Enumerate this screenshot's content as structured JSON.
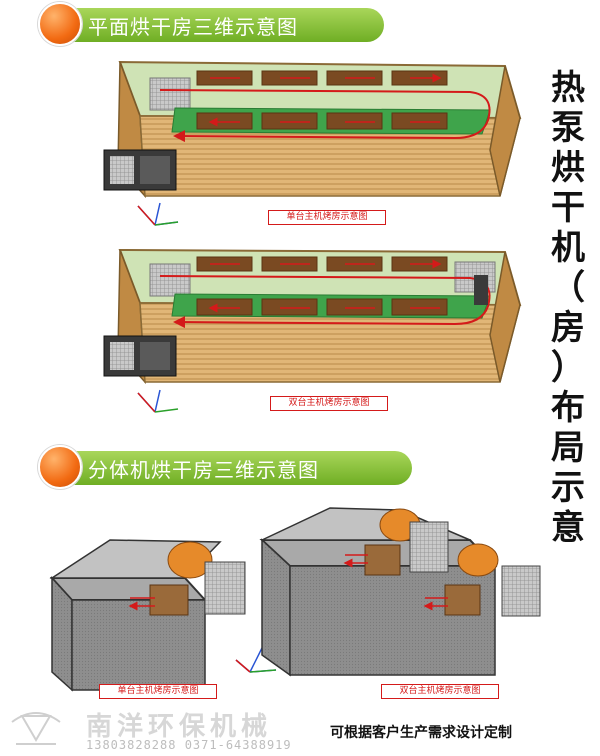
{
  "sections": {
    "plane_title": "平面烘干房三维示意图",
    "split_title": "分体机烘干房三维示意图"
  },
  "side_title": [
    "热",
    "泵",
    "烘",
    "干",
    "机",
    "（",
    "房",
    "）",
    "布",
    "局",
    "示",
    "意"
  ],
  "captions": {
    "plane_single": "单台主机烤房示意图",
    "plane_double": "双台主机烤房示意图",
    "split_single": "单台主机烤房示意图",
    "split_double": "双台主机烤房示意图"
  },
  "footer": {
    "brand": "南洋环保机械",
    "phones": "13803828288  0371-64388919",
    "slogan": "可根据客户生产需求设计定制"
  },
  "colors": {
    "banner_green": "#7dbb2e",
    "orb_orange": "#f26a12",
    "room_tan": "#d9a35a",
    "airflow_red": "#d41a1a",
    "rail_green": "#2f9a3a"
  }
}
